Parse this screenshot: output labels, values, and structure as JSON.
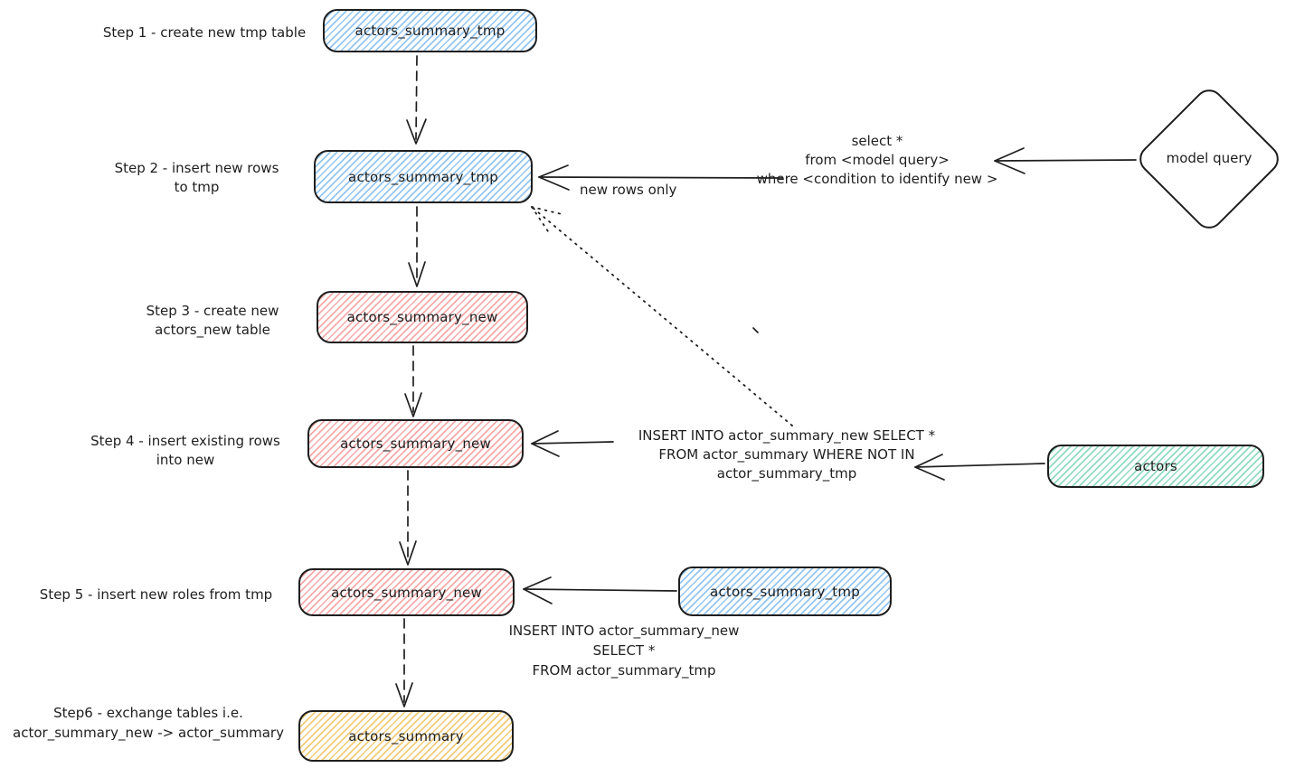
{
  "diagram": {
    "title_implicit": "actors summary table exchange flow",
    "colors": {
      "stroke": "#1e1e1e",
      "blue_hatch": "#8ec3f0",
      "pink_hatch": "#f5a0a0",
      "green_hatch": "#8ad8be",
      "yellow_hatch": "#f0c669",
      "background": "#ffffff"
    },
    "steps": {
      "s1": "Step 1 - create new tmp table",
      "s2": "Step 2 - insert new rows\nto tmp",
      "s3": "Step 3 - create new\nactors_new table",
      "s4": "Step 4 - insert existing rows\ninto new",
      "s5": "Step 5 - insert new roles from tmp",
      "s6": "Step6 - exchange tables i.e.\nactor_summary_new -> actor_summary"
    },
    "nodes": {
      "tmp1": "actors_summary_tmp",
      "tmp2": "actors_summary_tmp",
      "new1": "actors_summary_new",
      "new2": "actors_summary_new",
      "new3": "actors_summary_new",
      "summary": "actors_summary",
      "actors": "actors",
      "tmp_side": "actors_summary_tmp",
      "model_query": "model query"
    },
    "annotations": {
      "select_query": "select *\nfrom <model query>\nwhere <condition to identify new >",
      "new_rows_only": "new rows only",
      "insert_not_in": "INSERT INTO actor_summary_new SELECT *\nFROM actor_summary WHERE NOT IN\nactor_summary_tmp",
      "insert_from_tmp": "INSERT INTO actor_summary_new\nSELECT *\nFROM actor_summary_tmp"
    }
  }
}
